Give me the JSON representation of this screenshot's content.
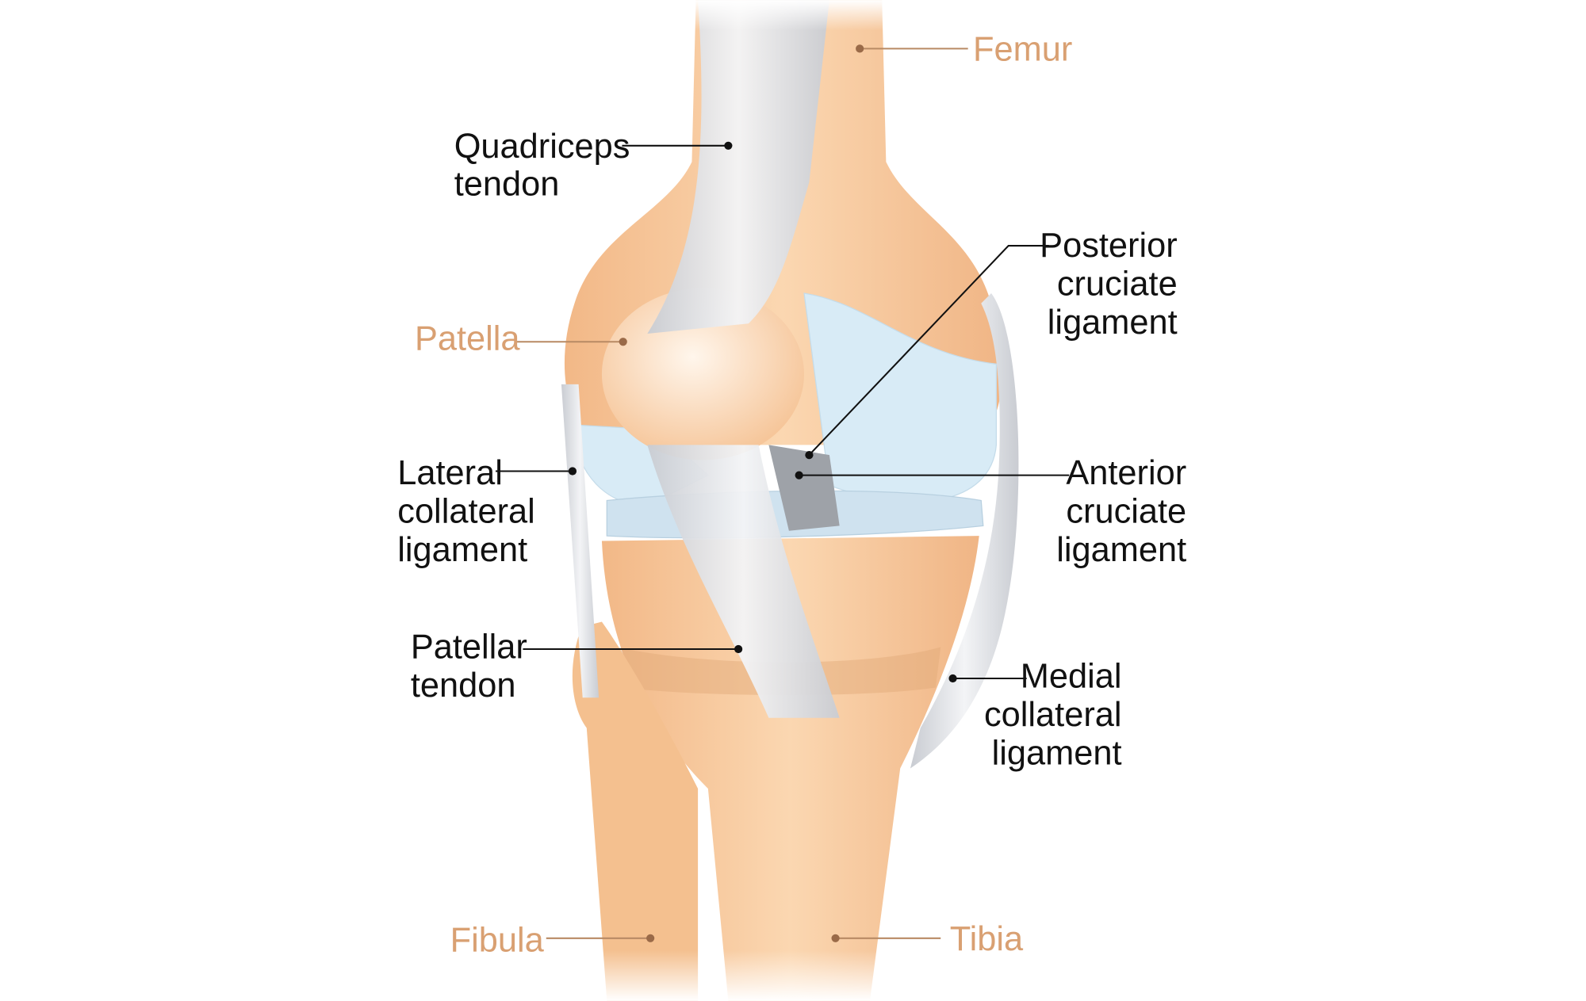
{
  "colors": {
    "bone_label": "#d9a072",
    "ligament_label": "#111111",
    "bone": "#f7c99a",
    "cartilage": "#d7eaf5",
    "ligament": "#dcdfe4"
  },
  "labels": {
    "femur": [
      "Femur"
    ],
    "quadriceps_tendon": [
      "Quadriceps",
      "tendon"
    ],
    "posterior_cruciate_ligament": [
      "Posterior",
      "cruciate",
      "ligament"
    ],
    "patella": [
      "Patella"
    ],
    "lateral_collateral_ligament": [
      "Lateral",
      "collateral",
      "ligament"
    ],
    "anterior_cruciate_ligament": [
      "Anterior",
      "cruciate",
      "ligament"
    ],
    "patellar_tendon": [
      "Patellar",
      "tendon"
    ],
    "medial_collateral_ligament": [
      "Medial",
      "collateral",
      "ligament"
    ],
    "fibula": [
      "Fibula"
    ],
    "tibia": [
      "Tibia"
    ]
  }
}
